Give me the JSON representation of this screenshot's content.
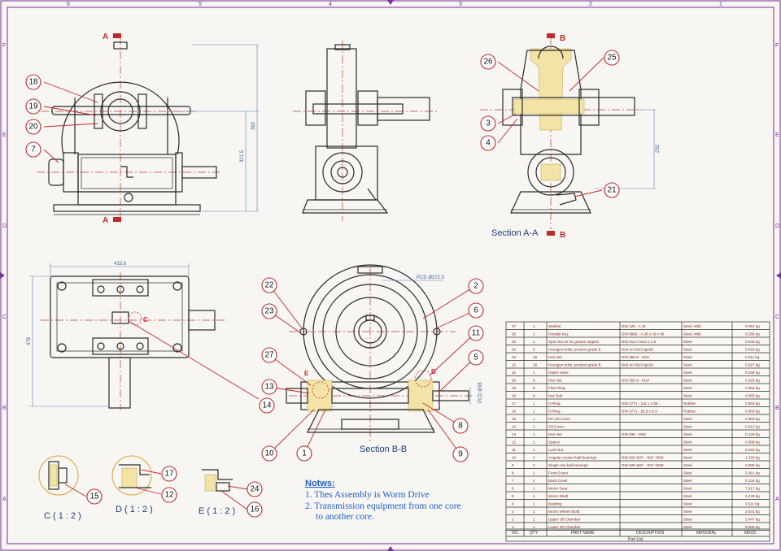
{
  "zone_columns": [
    "6",
    "5",
    "4",
    "3",
    "2",
    "1"
  ],
  "zone_rows": [
    "F",
    "E",
    "D",
    "C",
    "B",
    "A"
  ],
  "views": {
    "section_aa_label": "Section A-A",
    "section_bb_label": "Section B-B",
    "detail_c_label": "C ( 1 : 2 )",
    "detail_d_label": "D ( 1 : 2 )",
    "detail_e_label": "E ( 1 : 2 )"
  },
  "section_marks": {
    "a_top": "A",
    "a_bottom": "A",
    "b_top": "B",
    "b_bottom": "B",
    "detail_c": "C",
    "detail_e": "E",
    "detail_d": "D"
  },
  "dimensions": {
    "front_height_inner": "321.5",
    "front_height_outer": "392",
    "plan_width": "415.8",
    "plan_depth": "478",
    "section_height": "232",
    "pcd": "PCD Ø372.5",
    "pcd_small": "PCD Ø35"
  },
  "balloons": {
    "b1": "1",
    "b2": "2",
    "b3": "3",
    "b4": "4",
    "b5": "5",
    "b6": "6",
    "b7": "7",
    "b8": "8",
    "b9": "9",
    "b10": "10",
    "b11": "11",
    "b12": "12",
    "b13": "13",
    "b14": "14",
    "b15": "15",
    "b16": "16",
    "b17": "17",
    "b18": "18",
    "b19": "19",
    "b20": "20",
    "b21": "21",
    "b22": "22",
    "b23": "23",
    "b24": "24",
    "b25": "25",
    "b26": "26",
    "b27": "27"
  },
  "notes": {
    "title": "Notws:",
    "line1": "1. Thes Assembly is Worm Drive",
    "line2a": "2. Transmission equipment from one core",
    "line2b": "to another core."
  },
  "bom": {
    "headers": {
      "no": "NO.",
      "qty": "QTY",
      "part": "PART NAME",
      "desc": "DESCRIPTION",
      "material": "MATERIAL",
      "mass": "MASS",
      "footer": "Part List"
    },
    "rows": [
      {
        "no": "27",
        "qty": "1",
        "part": "Washer",
        "desc": "DIN 125 - A 31",
        "material": "Steel, Mild",
        "mass": "0.054 kg"
      },
      {
        "no": "26",
        "qty": "1",
        "part": "Parallel Key",
        "desc": "DIN 6885 - A 28 x 16 x 90",
        "material": "Steel, Mild",
        "mass": "0.286 kg"
      },
      {
        "no": "25",
        "qty": "2",
        "part": "Spot Nut on for grease nipples",
        "desc": "DIN 914 A M12 x 1.5",
        "material": "Steel",
        "mass": "0.046 kg"
      },
      {
        "no": "24",
        "qty": "8",
        "part": "Hexagon bolts, product grade B",
        "desc": "Bolt 4A M10-6gx38",
        "material": "Steel",
        "mass": "0.033 kg"
      },
      {
        "no": "23",
        "qty": "16",
        "part": "Hex Nut",
        "desc": "DIN 555-9 - M10",
        "material": "Steel",
        "mass": "0.011 kg"
      },
      {
        "no": "22",
        "qty": "16",
        "part": "Hexagon bolts, product grade B",
        "desc": "Bolt 4A M10-6gx28",
        "material": "Steel",
        "mass": "0.027 kg"
      },
      {
        "no": "21",
        "qty": "1",
        "part": "Outlet Valve",
        "desc": "",
        "material": "Steel",
        "mass": "0.039 kg"
      },
      {
        "no": "20",
        "qty": "8",
        "part": "Hex Nut",
        "desc": "DIN 555-9 - M14",
        "material": "Steel",
        "mass": "0.025 kg"
      },
      {
        "no": "19",
        "qty": "8",
        "part": "Flow Ring",
        "desc": "",
        "material": "Steel",
        "mass": "0.002 kg"
      },
      {
        "no": "18",
        "qty": "8",
        "part": "Hex Bolt",
        "desc": "",
        "material": "Steel",
        "mass": "0.055 kg"
      },
      {
        "no": "17",
        "qty": "1",
        "part": "O-Ring",
        "desc": "DIN 3771 - 115 x 3.55 -",
        "material": "Rubber",
        "mass": "0.003 kg"
      },
      {
        "no": "16",
        "qty": "1",
        "part": "O-Ring",
        "desc": "DIN 3771 - 92.5 x 5.3",
        "material": "Rubber",
        "mass": "0.003 kg"
      },
      {
        "no": "15",
        "qty": "1",
        "part": "Pin Oil Cover",
        "desc": "",
        "material": "Steel",
        "mass": "0.003 kg"
      },
      {
        "no": "14",
        "qty": "1",
        "part": "Oil Cover",
        "desc": "",
        "material": "Steel",
        "mass": "0.012 kg"
      },
      {
        "no": "13",
        "qty": "1",
        "part": "Hex Nut",
        "desc": "DIN 936 - M30",
        "material": "Steel",
        "mass": "0.129 kg"
      },
      {
        "no": "12",
        "qty": "1",
        "part": "Spacer",
        "desc": "",
        "material": "Steel",
        "mass": "0.008 kg"
      },
      {
        "no": "11",
        "qty": "1",
        "part": "Lock Nut",
        "desc": "",
        "material": "Steel",
        "mass": "0.033 kg"
      },
      {
        "no": "10",
        "qty": "2",
        "part": "Angular contact ball bearings",
        "desc": "DIN 628 SKF - SKF 3309",
        "material": "Steel",
        "mass": "1.329 kg"
      },
      {
        "no": "9",
        "qty": "2",
        "part": "Single row ball bearings",
        "desc": "DIN 625 SKF - SKF 6208",
        "material": "Steel",
        "mass": "0.605 kg"
      },
      {
        "no": "8",
        "qty": "1",
        "part": "Front Cover",
        "desc": "",
        "material": "Steel",
        "mass": "0.361 kg"
      },
      {
        "no": "7",
        "qty": "1",
        "part": "Back Cover",
        "desc": "",
        "material": "Steel",
        "mass": "0.134 kg"
      },
      {
        "no": "6",
        "qty": "1",
        "part": "Worm Gear",
        "desc": "",
        "material": "Steel",
        "mass": "7.917 kg"
      },
      {
        "no": "5",
        "qty": "1",
        "part": "Worm Shaft",
        "desc": "",
        "material": "Steel",
        "mass": "2.439 kg"
      },
      {
        "no": "4",
        "qty": "1",
        "part": "Bushing",
        "desc": "",
        "material": "Steel",
        "mass": "0.511 kg"
      },
      {
        "no": "3",
        "qty": "1",
        "part": "Worm Wheel Shaft",
        "desc": "",
        "material": "Steel",
        "mass": "2.541 kg"
      },
      {
        "no": "2",
        "qty": "1",
        "part": "Upper Oil Chamber",
        "desc": "",
        "material": "Steel",
        "mass": "3.447 kg"
      },
      {
        "no": "1",
        "qty": "1",
        "part": "Lower Oil Chamber",
        "desc": "",
        "material": "Steel",
        "mass": "8.605 kg"
      }
    ]
  }
}
